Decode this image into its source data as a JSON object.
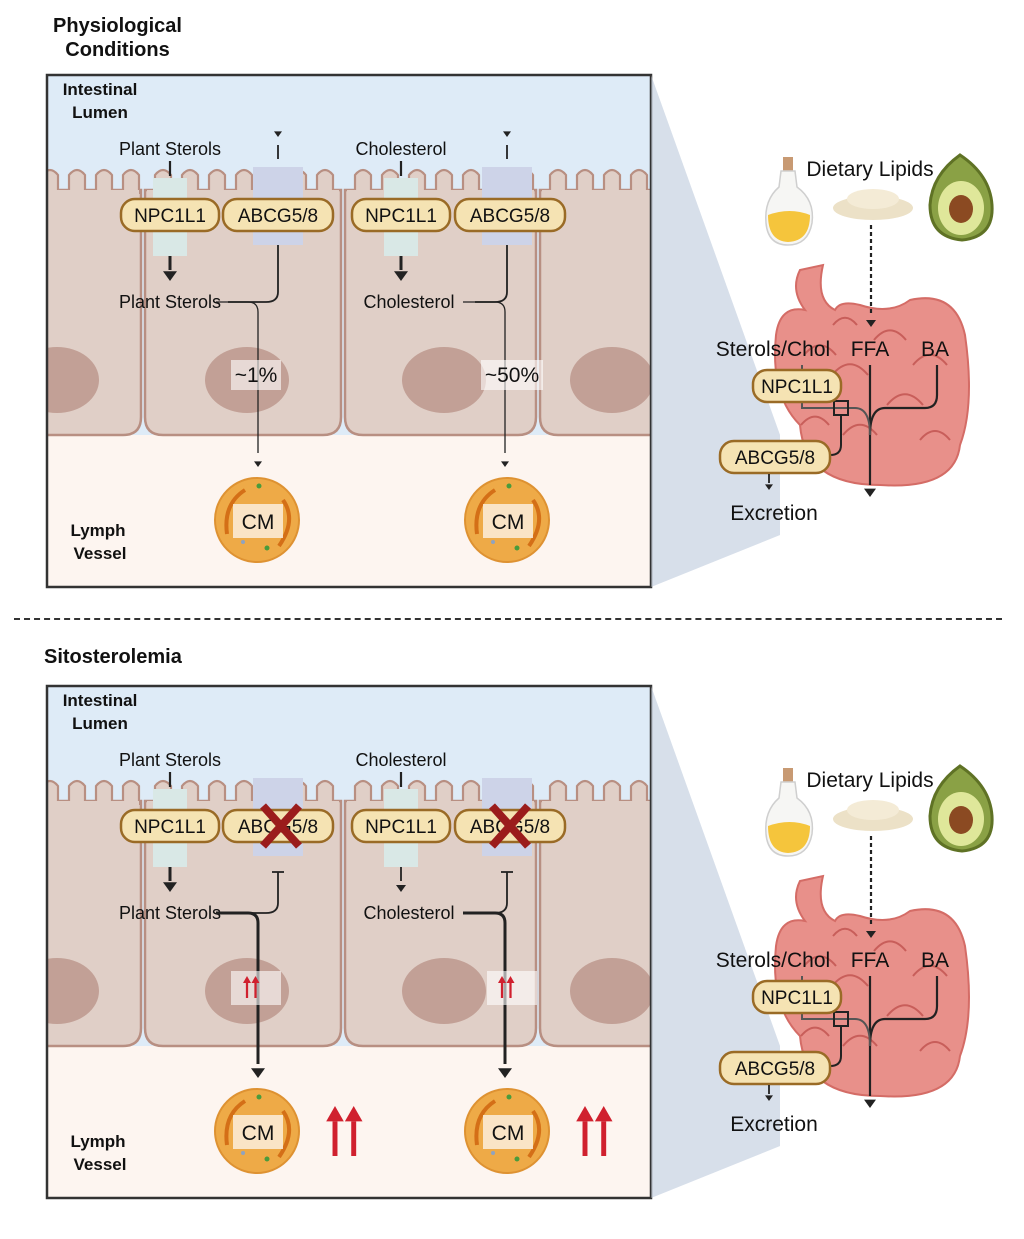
{
  "divider_style": "dashed",
  "panels": [
    {
      "id": "physiological",
      "title_line1": "Physiological",
      "title_line2": "Conditions",
      "lumen_line1": "Intestinal",
      "lumen_line2": "Lumen",
      "vessel_line1": "Lymph",
      "vessel_line2": "Vessel",
      "abcg_blocked": false,
      "columns": [
        {
          "top_label": "Plant Sterols",
          "mid_label": "Plant Sterols",
          "npc": "NPC1L1",
          "abcg": "ABCG5/8",
          "absorption": "~1%",
          "particle": "CM",
          "elevated": false
        },
        {
          "top_label": "Cholesterol",
          "mid_label": "Cholesterol",
          "npc": "NPC1L1",
          "abcg": "ABCG5/8",
          "absorption": "~50%",
          "particle": "CM",
          "elevated": false
        }
      ],
      "gut": {
        "dietary": "Dietary Lipids",
        "sterols": "Sterols/Chol",
        "ffa": "FFA",
        "ba": "BA",
        "npc": "NPC1L1",
        "abcg": "ABCG5/8",
        "excretion": "Excretion"
      }
    },
    {
      "id": "sitosterolemia",
      "title_line1": "Sitosterolemia",
      "title_line2": "",
      "lumen_line1": "Intestinal",
      "lumen_line2": "Lumen",
      "vessel_line1": "Lymph",
      "vessel_line2": "Vessel",
      "abcg_blocked": true,
      "columns": [
        {
          "top_label": "Plant Sterols",
          "mid_label": "Plant Sterols",
          "npc": "NPC1L1",
          "abcg": "ABCG5/8",
          "absorption": "↑↑",
          "particle": "CM",
          "elevated": true
        },
        {
          "top_label": "Cholesterol",
          "mid_label": "Cholesterol",
          "npc": "NPC1L1",
          "abcg": "ABCG5/8",
          "absorption": "↑↑",
          "particle": "CM",
          "elevated": true
        }
      ],
      "gut": {
        "dietary": "Dietary Lipids",
        "sterols": "Sterols/Chol",
        "ffa": "FFA",
        "ba": "BA",
        "npc": "NPC1L1",
        "abcg": "ABCG5/8",
        "excretion": "Excretion"
      }
    }
  ],
  "colors": {
    "lumen": "#deebf7",
    "cell": "#e0cfc7",
    "cell_border": "#b88f82",
    "nucleus": "#c2a096",
    "vessel": "#fdf5f0",
    "pill_fill": "#f5e3b3",
    "pill_border": "#9a6b26",
    "projection": "#d8dfea",
    "gut": "#e8908a",
    "red_arrow": "#d0202e",
    "cross": "#9b1c1c"
  }
}
